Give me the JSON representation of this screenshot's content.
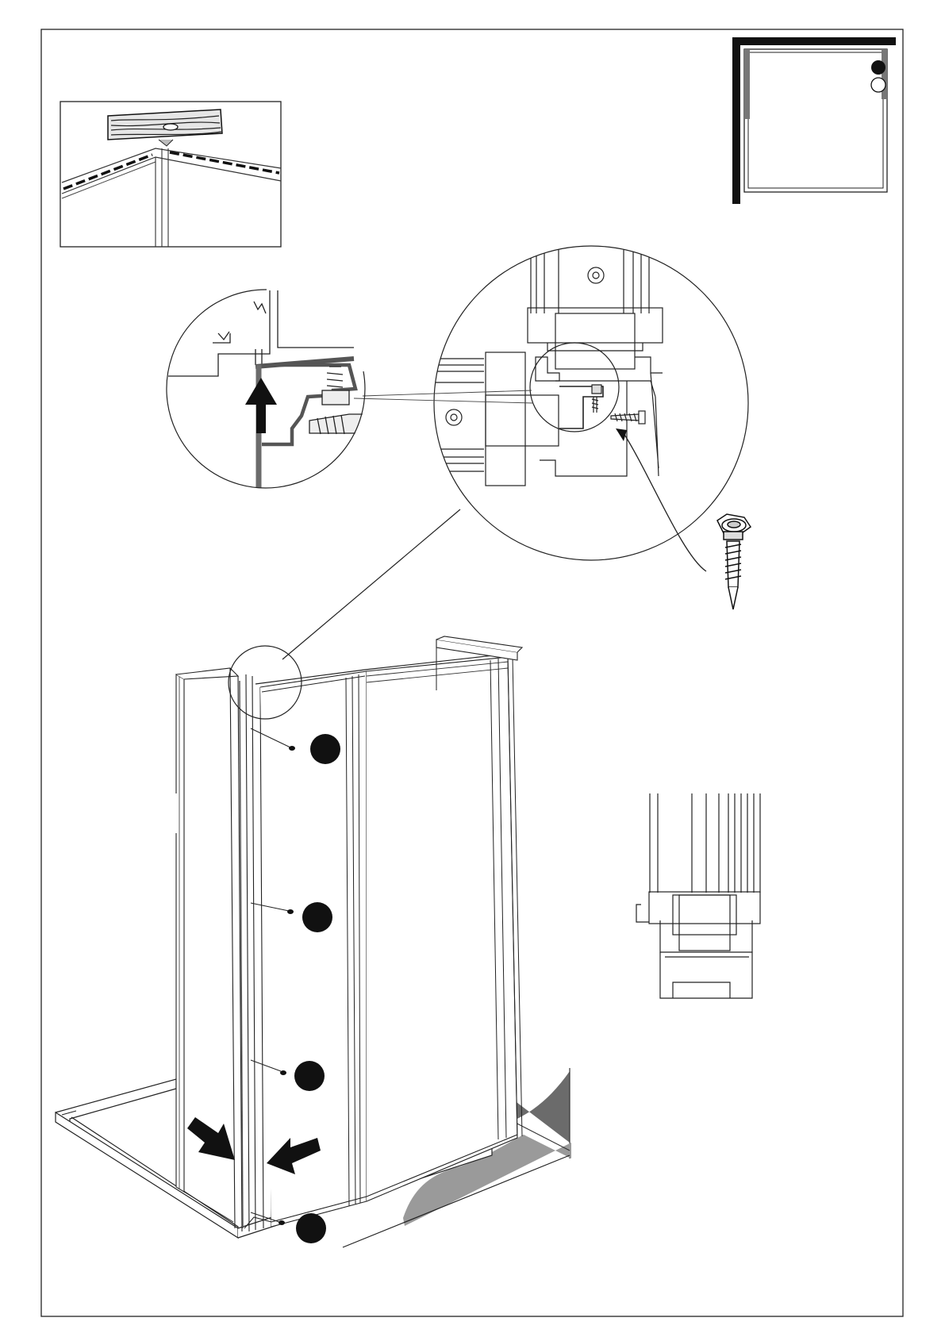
{
  "diagram": {
    "type": "assembly-instruction",
    "labels": [],
    "colors": {
      "ink": "#1a1a1a",
      "wall_gray": "#6b6b6b",
      "wall_light": "#9a9a9a",
      "paper": "#ffffff",
      "inset_gray": "#8c8c8c"
    },
    "callout_markers": 4,
    "location_markers": [
      "filled",
      "empty"
    ],
    "arrows": [
      "push-up",
      "push-right",
      "push-left",
      "screw-pointer"
    ],
    "icons": [
      "self-drilling-screw-icon",
      "level-tool-icon"
    ]
  }
}
